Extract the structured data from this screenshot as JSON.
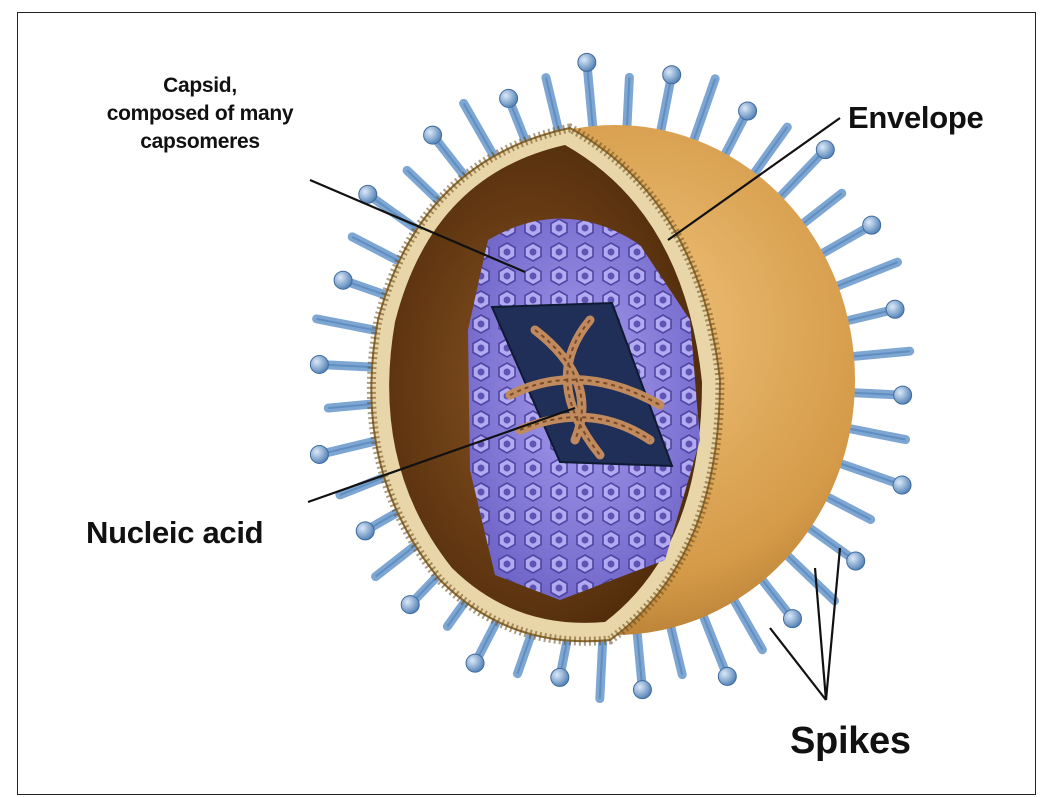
{
  "labels": {
    "capsid": "Capsid,\ncomposed of many\ncapsomeres",
    "envelope": "Envelope",
    "nucleic_acid": "Nucleic acid",
    "spikes": "Spikes"
  },
  "colors": {
    "envelope_outer": "#d6a052",
    "envelope_inner": "#6b3d12",
    "membrane": "#e9d6a8",
    "capsid": "#8a7fd6",
    "capsid_dark": "#5b50b0",
    "nucleic_window": "#1f2f57",
    "nucleic_strand": "#c08a5e",
    "spike": "#7ea6d3",
    "spike_dark": "#4f7fb5"
  }
}
